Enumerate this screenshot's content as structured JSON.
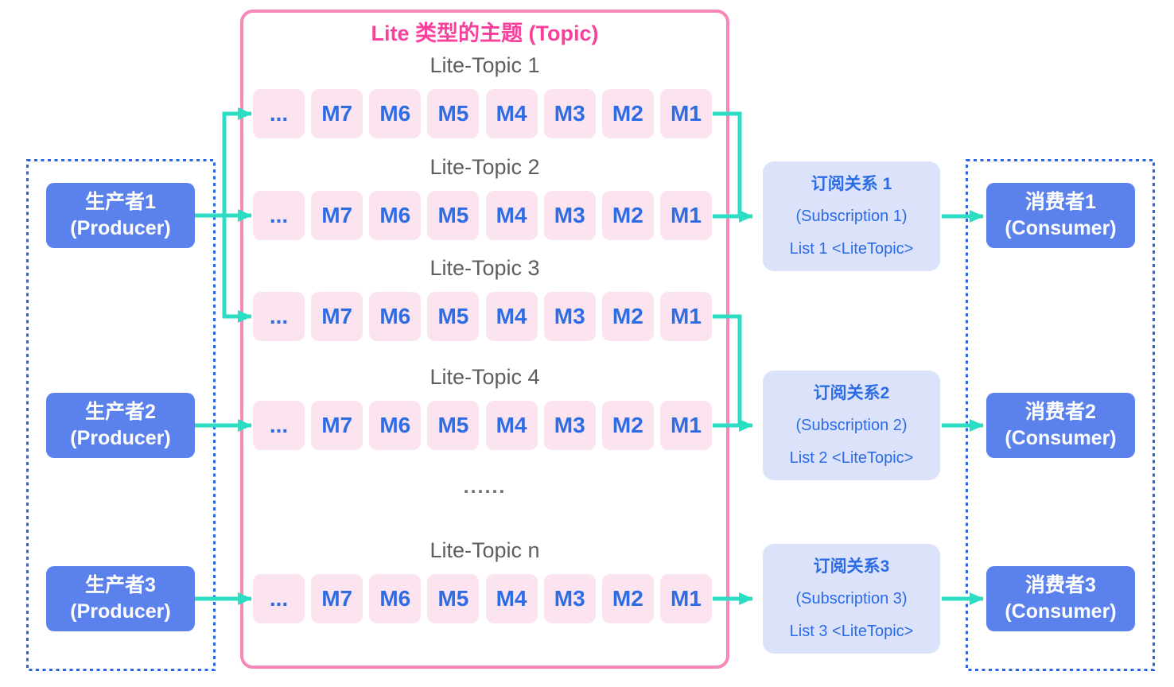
{
  "colors": {
    "accent_pink": "#f9419c",
    "border_pink": "#f787b9",
    "cell_bg": "#fbe4ef",
    "cell_text": "#2e6ce4",
    "node_blue": "#5b82ec",
    "node_text": "#ffffff",
    "sub_bg": "#dbe2f9",
    "sub_text": "#2b6be6",
    "arrow_teal": "#2bdec3",
    "dashed_blue": "#2b66e2",
    "topic_label": "#5e5e5e",
    "dots_gray": "#6e6e6e"
  },
  "producers": [
    {
      "line1": "生产者1",
      "line2": "(Producer)"
    },
    {
      "line1": "生产者2",
      "line2": "(Producer)"
    },
    {
      "line1": "生产者3",
      "line2": "(Producer)"
    }
  ],
  "topic_panel": {
    "title": "Lite 类型的主题 (Topic)",
    "ellipsis": "......",
    "topics": [
      {
        "label": "Lite-Topic 1",
        "cells": [
          "...",
          "M7",
          "M6",
          "M5",
          "M4",
          "M3",
          "M2",
          "M1"
        ]
      },
      {
        "label": "Lite-Topic 2",
        "cells": [
          "...",
          "M7",
          "M6",
          "M5",
          "M4",
          "M3",
          "M2",
          "M1"
        ]
      },
      {
        "label": "Lite-Topic 3",
        "cells": [
          "...",
          "M7",
          "M6",
          "M5",
          "M4",
          "M3",
          "M2",
          "M1"
        ]
      },
      {
        "label": "Lite-Topic 4",
        "cells": [
          "...",
          "M7",
          "M6",
          "M5",
          "M4",
          "M3",
          "M2",
          "M1"
        ]
      },
      {
        "label": "Lite-Topic n",
        "cells": [
          "...",
          "M7",
          "M6",
          "M5",
          "M4",
          "M3",
          "M2",
          "M1"
        ]
      }
    ]
  },
  "subscriptions": [
    {
      "line1": "订阅关系 1",
      "line2": "(Subscription 1)",
      "line3": "List 1 <LiteTopic>"
    },
    {
      "line1": "订阅关系2",
      "line2": "(Subscription 2)",
      "line3": "List 2 <LiteTopic>"
    },
    {
      "line1": "订阅关系3",
      "line2": "(Subscription 3)",
      "line3": "List 3 <LiteTopic>"
    }
  ],
  "consumers": [
    {
      "line1": "消费者1",
      "line2": "(Consumer)"
    },
    {
      "line1": "消费者2",
      "line2": "(Consumer)"
    },
    {
      "line1": "消费者3",
      "line2": "(Consumer)"
    }
  ]
}
